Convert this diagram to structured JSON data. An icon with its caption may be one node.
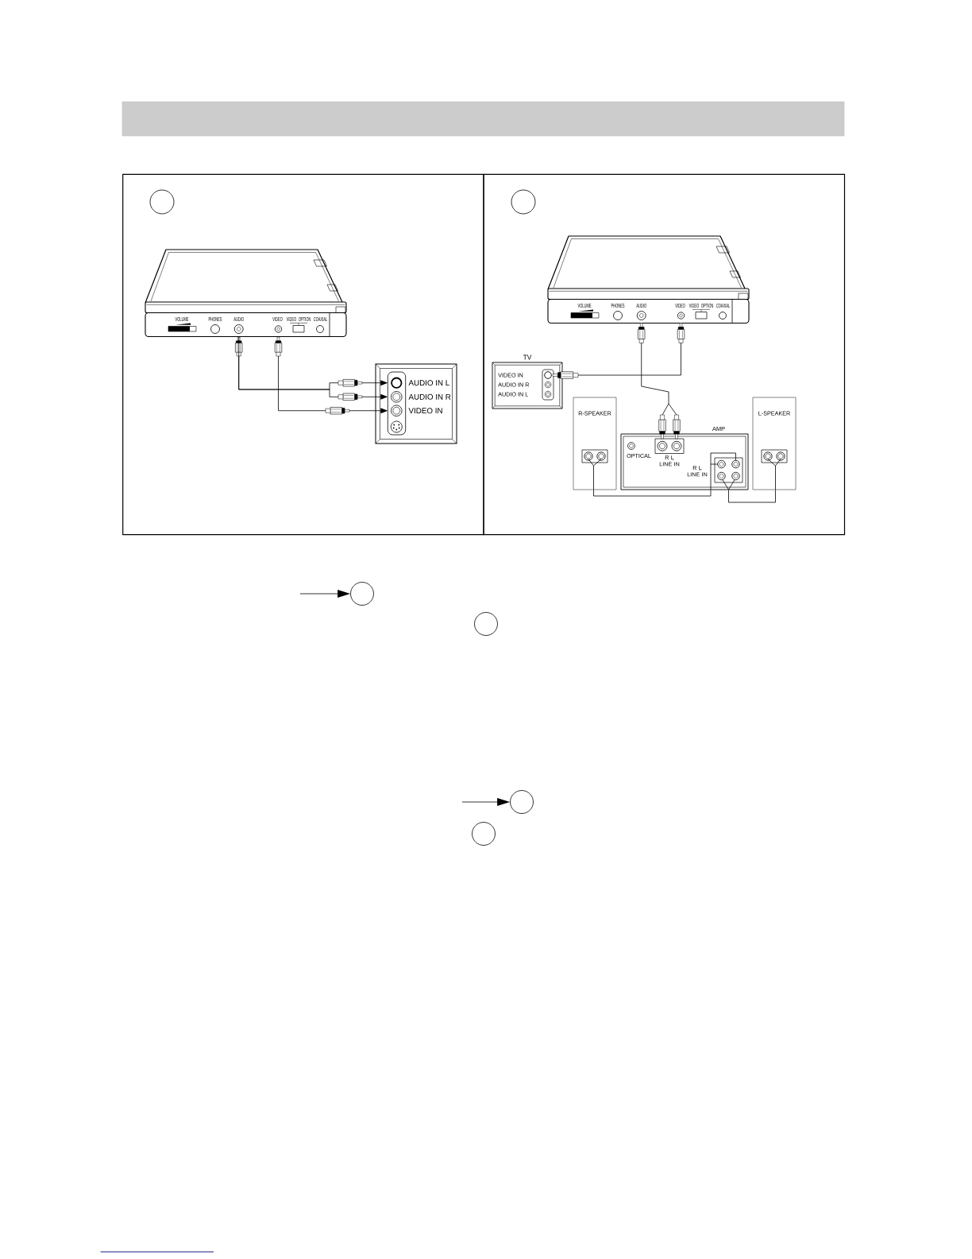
{
  "diagram": {
    "nodes": [
      {
        "text": [],
        "shape": "bar"
      },
      {
        "text": [],
        "shape": "box"
      },
      {
        "text": [],
        "shape": "circle",
        "in": 1
      },
      {
        "text": [
          "VOLUME",
          "PHONES",
          "AUDIO",
          "VIDEO",
          "VIDEO OPTION",
          "COAXIAL"
        ],
        "in": 1
      },
      {
        "text": [],
        "shape": "box",
        "in": 1
      },
      {
        "text": [
          "AUDIO IN L"
        ],
        "in": 4
      },
      {
        "text": [
          "AUDIO IN R"
        ],
        "in": 4
      },
      {
        "text": [
          "VIDEO IN"
        ],
        "in": 4
      },
      {
        "text": [],
        "shape": "box"
      },
      {
        "text": [],
        "shape": "circle",
        "in": 8
      },
      {
        "text": [
          "VOLUME",
          "PHONES",
          "AUDIO",
          "VIDEO",
          "VIDEO OPTION",
          "COAXIAL"
        ],
        "in": 8
      },
      {
        "text": [
          "TV",
          "VIDEO IN",
          "AUDIO IN R",
          "AUDIO IN L"
        ],
        "in": 8
      },
      {
        "text": [
          "R-SPEAKER"
        ],
        "in": 8
      },
      {
        "text": [
          "AMP",
          "OPTICAL",
          "R L LINE IN",
          "R L LINE IN"
        ],
        "in": 8
      },
      {
        "text": [
          "L-SPEAKER"
        ],
        "in": 8
      },
      {
        "text": [],
        "shape": "circle"
      },
      {
        "text": [],
        "shape": "circle"
      },
      {
        "text": [],
        "shape": "circle"
      },
      {
        "text": [],
        "shape": "circle"
      }
    ],
    "edges": [
      {
        "from": 3,
        "to": 5,
        "arrow": "to"
      },
      {
        "from": 3,
        "to": 6,
        "arrow": "to"
      },
      {
        "from": 3,
        "to": 7,
        "arrow": "to"
      },
      {
        "from": 10,
        "to": 11,
        "arrow": "other"
      },
      {
        "from": 10,
        "to": 13,
        "arrow": "other"
      },
      {
        "from": 12,
        "to": 13,
        "arrow": "none"
      },
      {
        "from": 14,
        "to": 13,
        "arrow": "other"
      },
      {
        "from": null,
        "to": 15,
        "arrow": "to"
      },
      {
        "from": null,
        "to": 17,
        "arrow": "to"
      }
    ]
  }
}
